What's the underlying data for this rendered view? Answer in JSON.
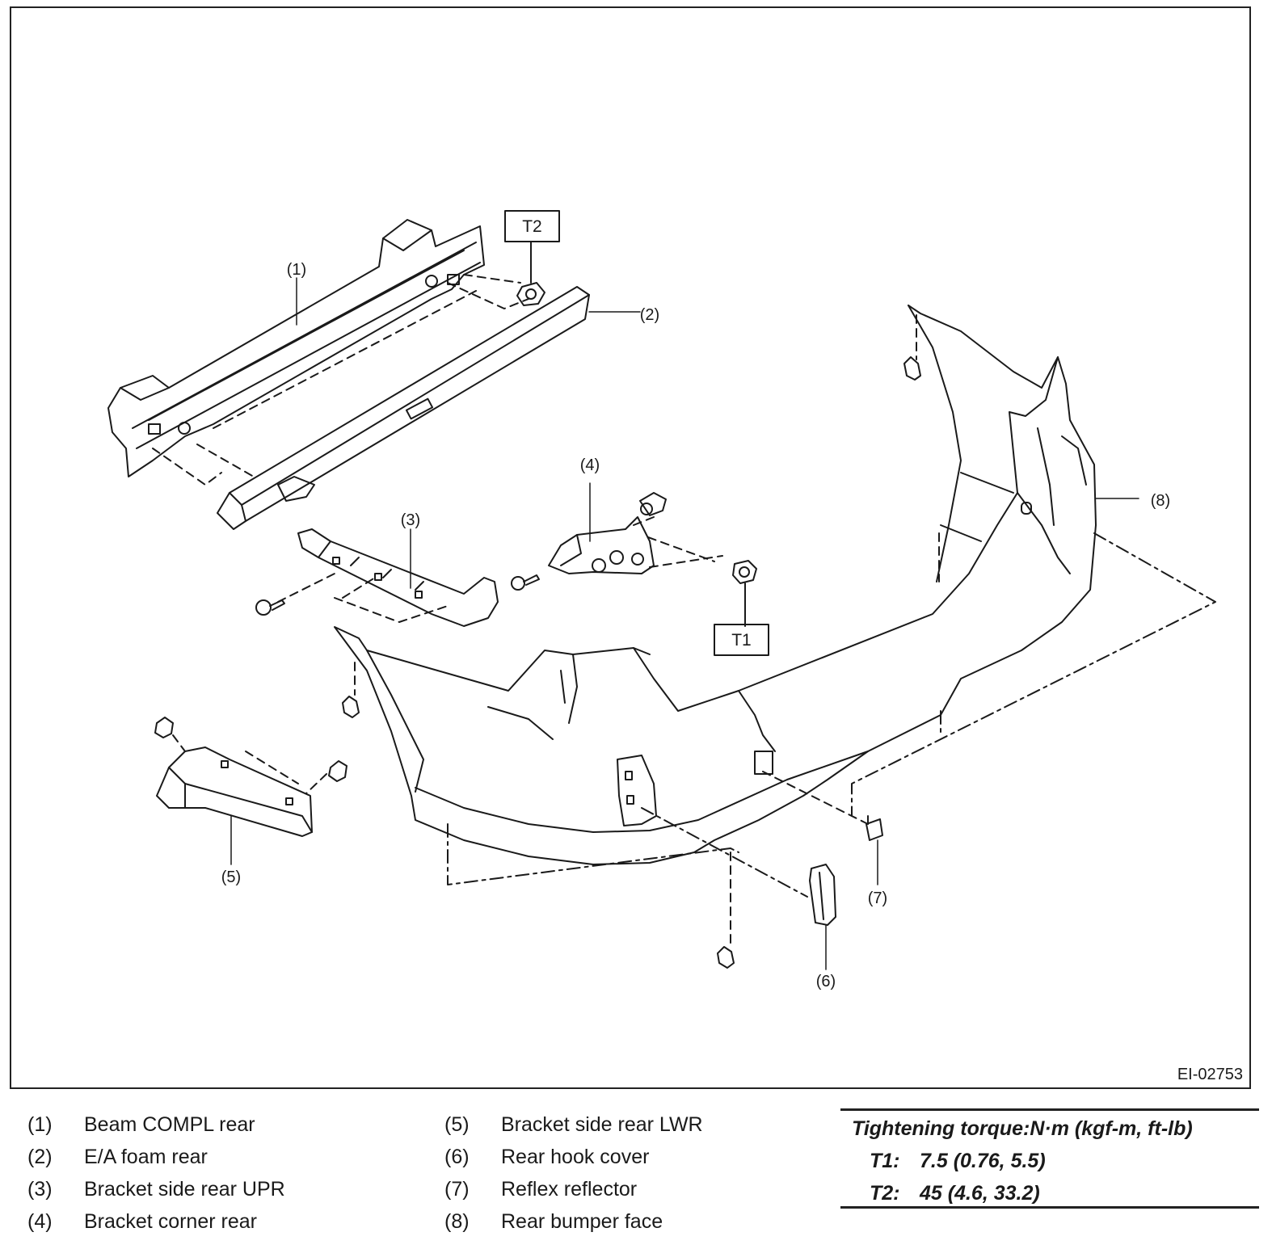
{
  "figure": {
    "id_label": "EI-02753",
    "callouts": [
      "(1)",
      "(2)",
      "(3)",
      "(4)",
      "(5)",
      "(6)",
      "(7)",
      "(8)"
    ],
    "torque_boxes": [
      "T1",
      "T2"
    ]
  },
  "legend": {
    "left": [
      {
        "num": "(1)",
        "name": "Beam COMPL rear"
      },
      {
        "num": "(2)",
        "name": "E/A foam rear"
      },
      {
        "num": "(3)",
        "name": "Bracket side rear UPR"
      },
      {
        "num": "(4)",
        "name": "Bracket corner rear"
      }
    ],
    "right": [
      {
        "num": "(5)",
        "name": "Bracket side rear LWR"
      },
      {
        "num": "(6)",
        "name": "Rear hook cover"
      },
      {
        "num": "(7)",
        "name": "Reflex reflector"
      },
      {
        "num": "(8)",
        "name": "Rear bumper face"
      }
    ]
  },
  "torque": {
    "title": "Tightening torque:N·m (kgf-m, ft-lb)",
    "rows": [
      {
        "key": "T1:",
        "value": "7.5 (0.76, 5.5)"
      },
      {
        "key": "T2:",
        "value": "45 (4.6, 33.2)"
      }
    ]
  }
}
